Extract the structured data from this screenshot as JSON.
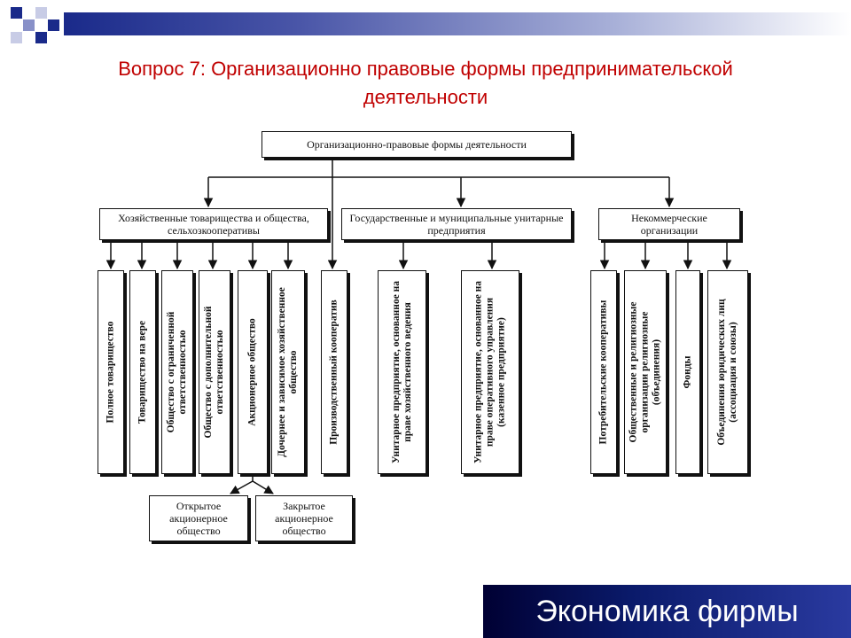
{
  "slide": {
    "title_line1": "Вопрос 7: Организационно правовые формы предпринимательской",
    "title_line2": "деятельности",
    "footer": "Экономика фирмы",
    "title_color": "#c00000"
  },
  "diagram": {
    "root": "Организационно-правовые формы деятельности",
    "groups": [
      "Хозяйственные товарищества и общества, сельхозкооперативы",
      "Государственные и муниципальные унитарные предприятия",
      "Некоммерческие организации"
    ],
    "leaves": [
      "Полное товарищество",
      "Товарищество на вере",
      "Общество с ограниченной ответственностью",
      "Общество с дополнительной ответственностью",
      "Акционерное общество",
      "Дочернее и зависимое хозяйственное общество",
      "Производственный кооператив",
      "Унитарное предприятие, основанное на праве хозяйственного ведения",
      "Унитарное предприятие, основанное на праве оперативного управления (казенное предприятие)",
      "Потребительские кооперативы",
      "Общественные и религиозные организации религиозные (объединения)",
      "Фонды",
      "Объединения юридических лиц (ассоциация и союзы)"
    ],
    "sub": [
      "Открытое акционерное общество",
      "Закрытое акционерное общество"
    ]
  }
}
